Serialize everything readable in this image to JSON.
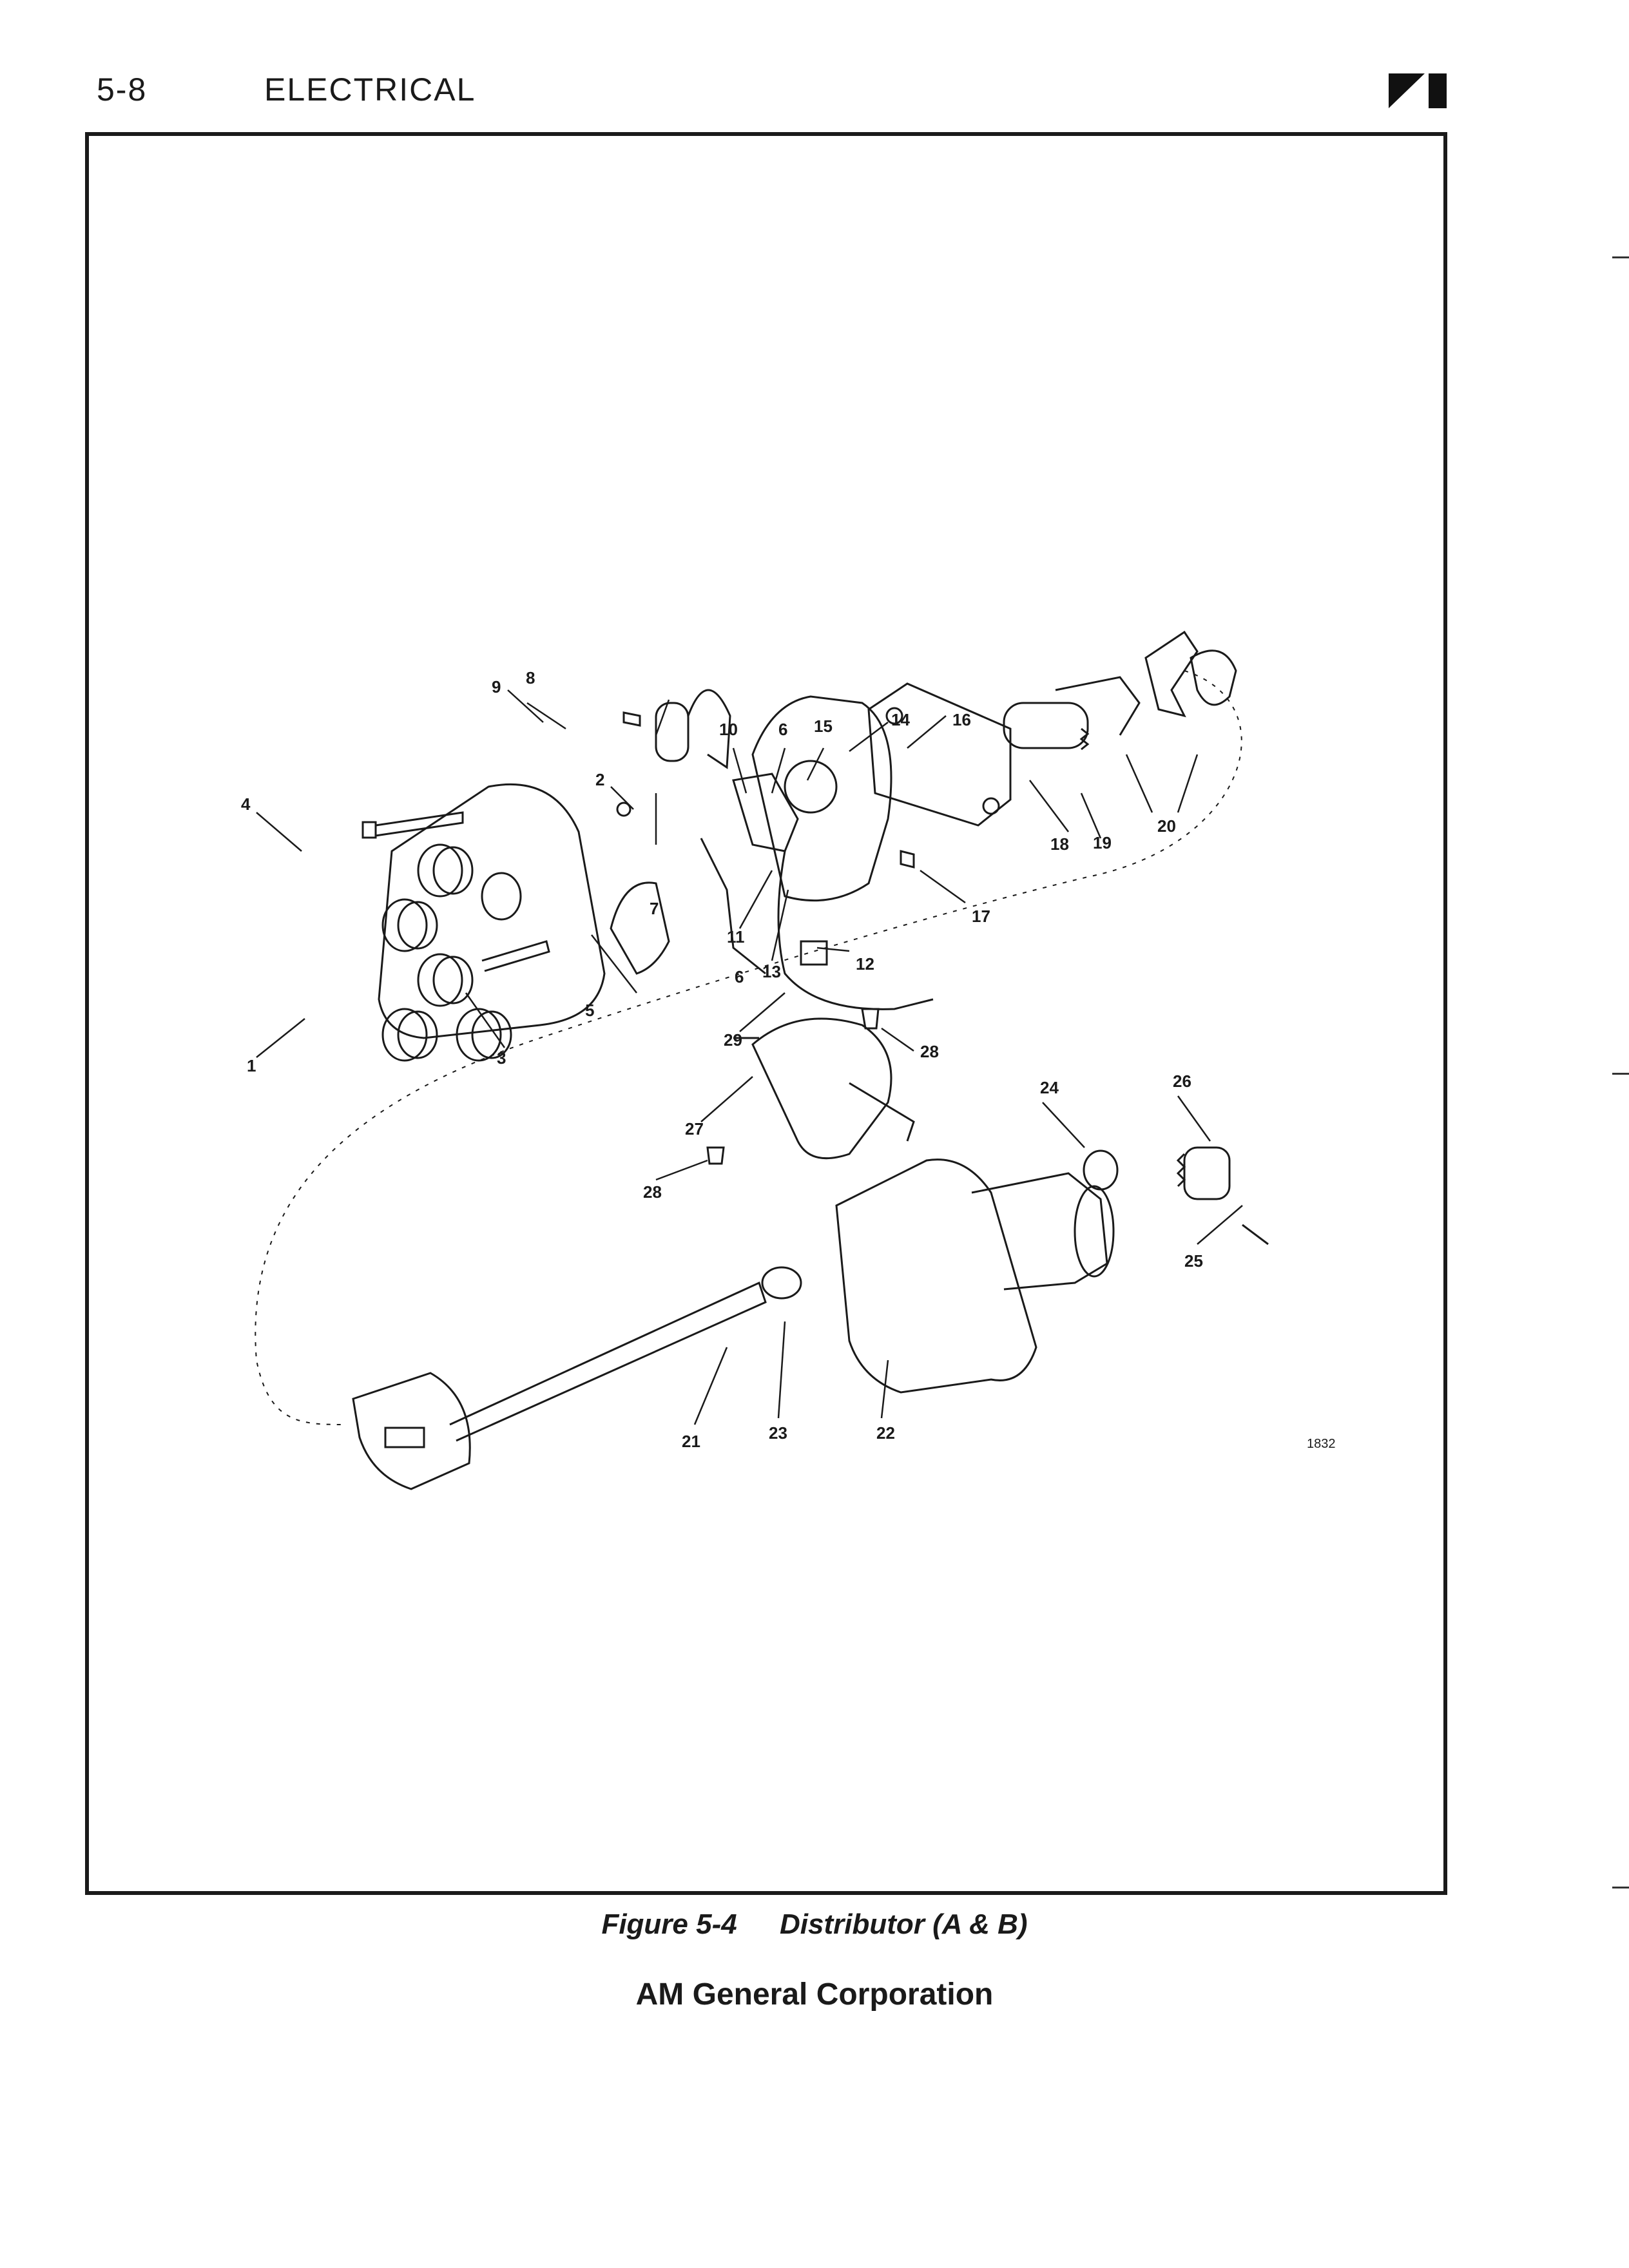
{
  "header": {
    "page_number": "5-8",
    "section_title": "ELECTRICAL",
    "logo_icon": "publisher-logo-icon"
  },
  "figure": {
    "reference_number": "1832",
    "callouts": [
      "1",
      "2",
      "3",
      "4",
      "5",
      "6",
      "6",
      "7",
      "8",
      "9",
      "10",
      "11",
      "12",
      "13",
      "14",
      "15",
      "16",
      "17",
      "18",
      "19",
      "20",
      "21",
      "22",
      "23",
      "24",
      "25",
      "26",
      "27",
      "28",
      "28",
      "29"
    ]
  },
  "caption": {
    "number": "Figure 5-4",
    "title": "Distributor (A & B)"
  },
  "footer": {
    "company": "AM General Corporation"
  }
}
